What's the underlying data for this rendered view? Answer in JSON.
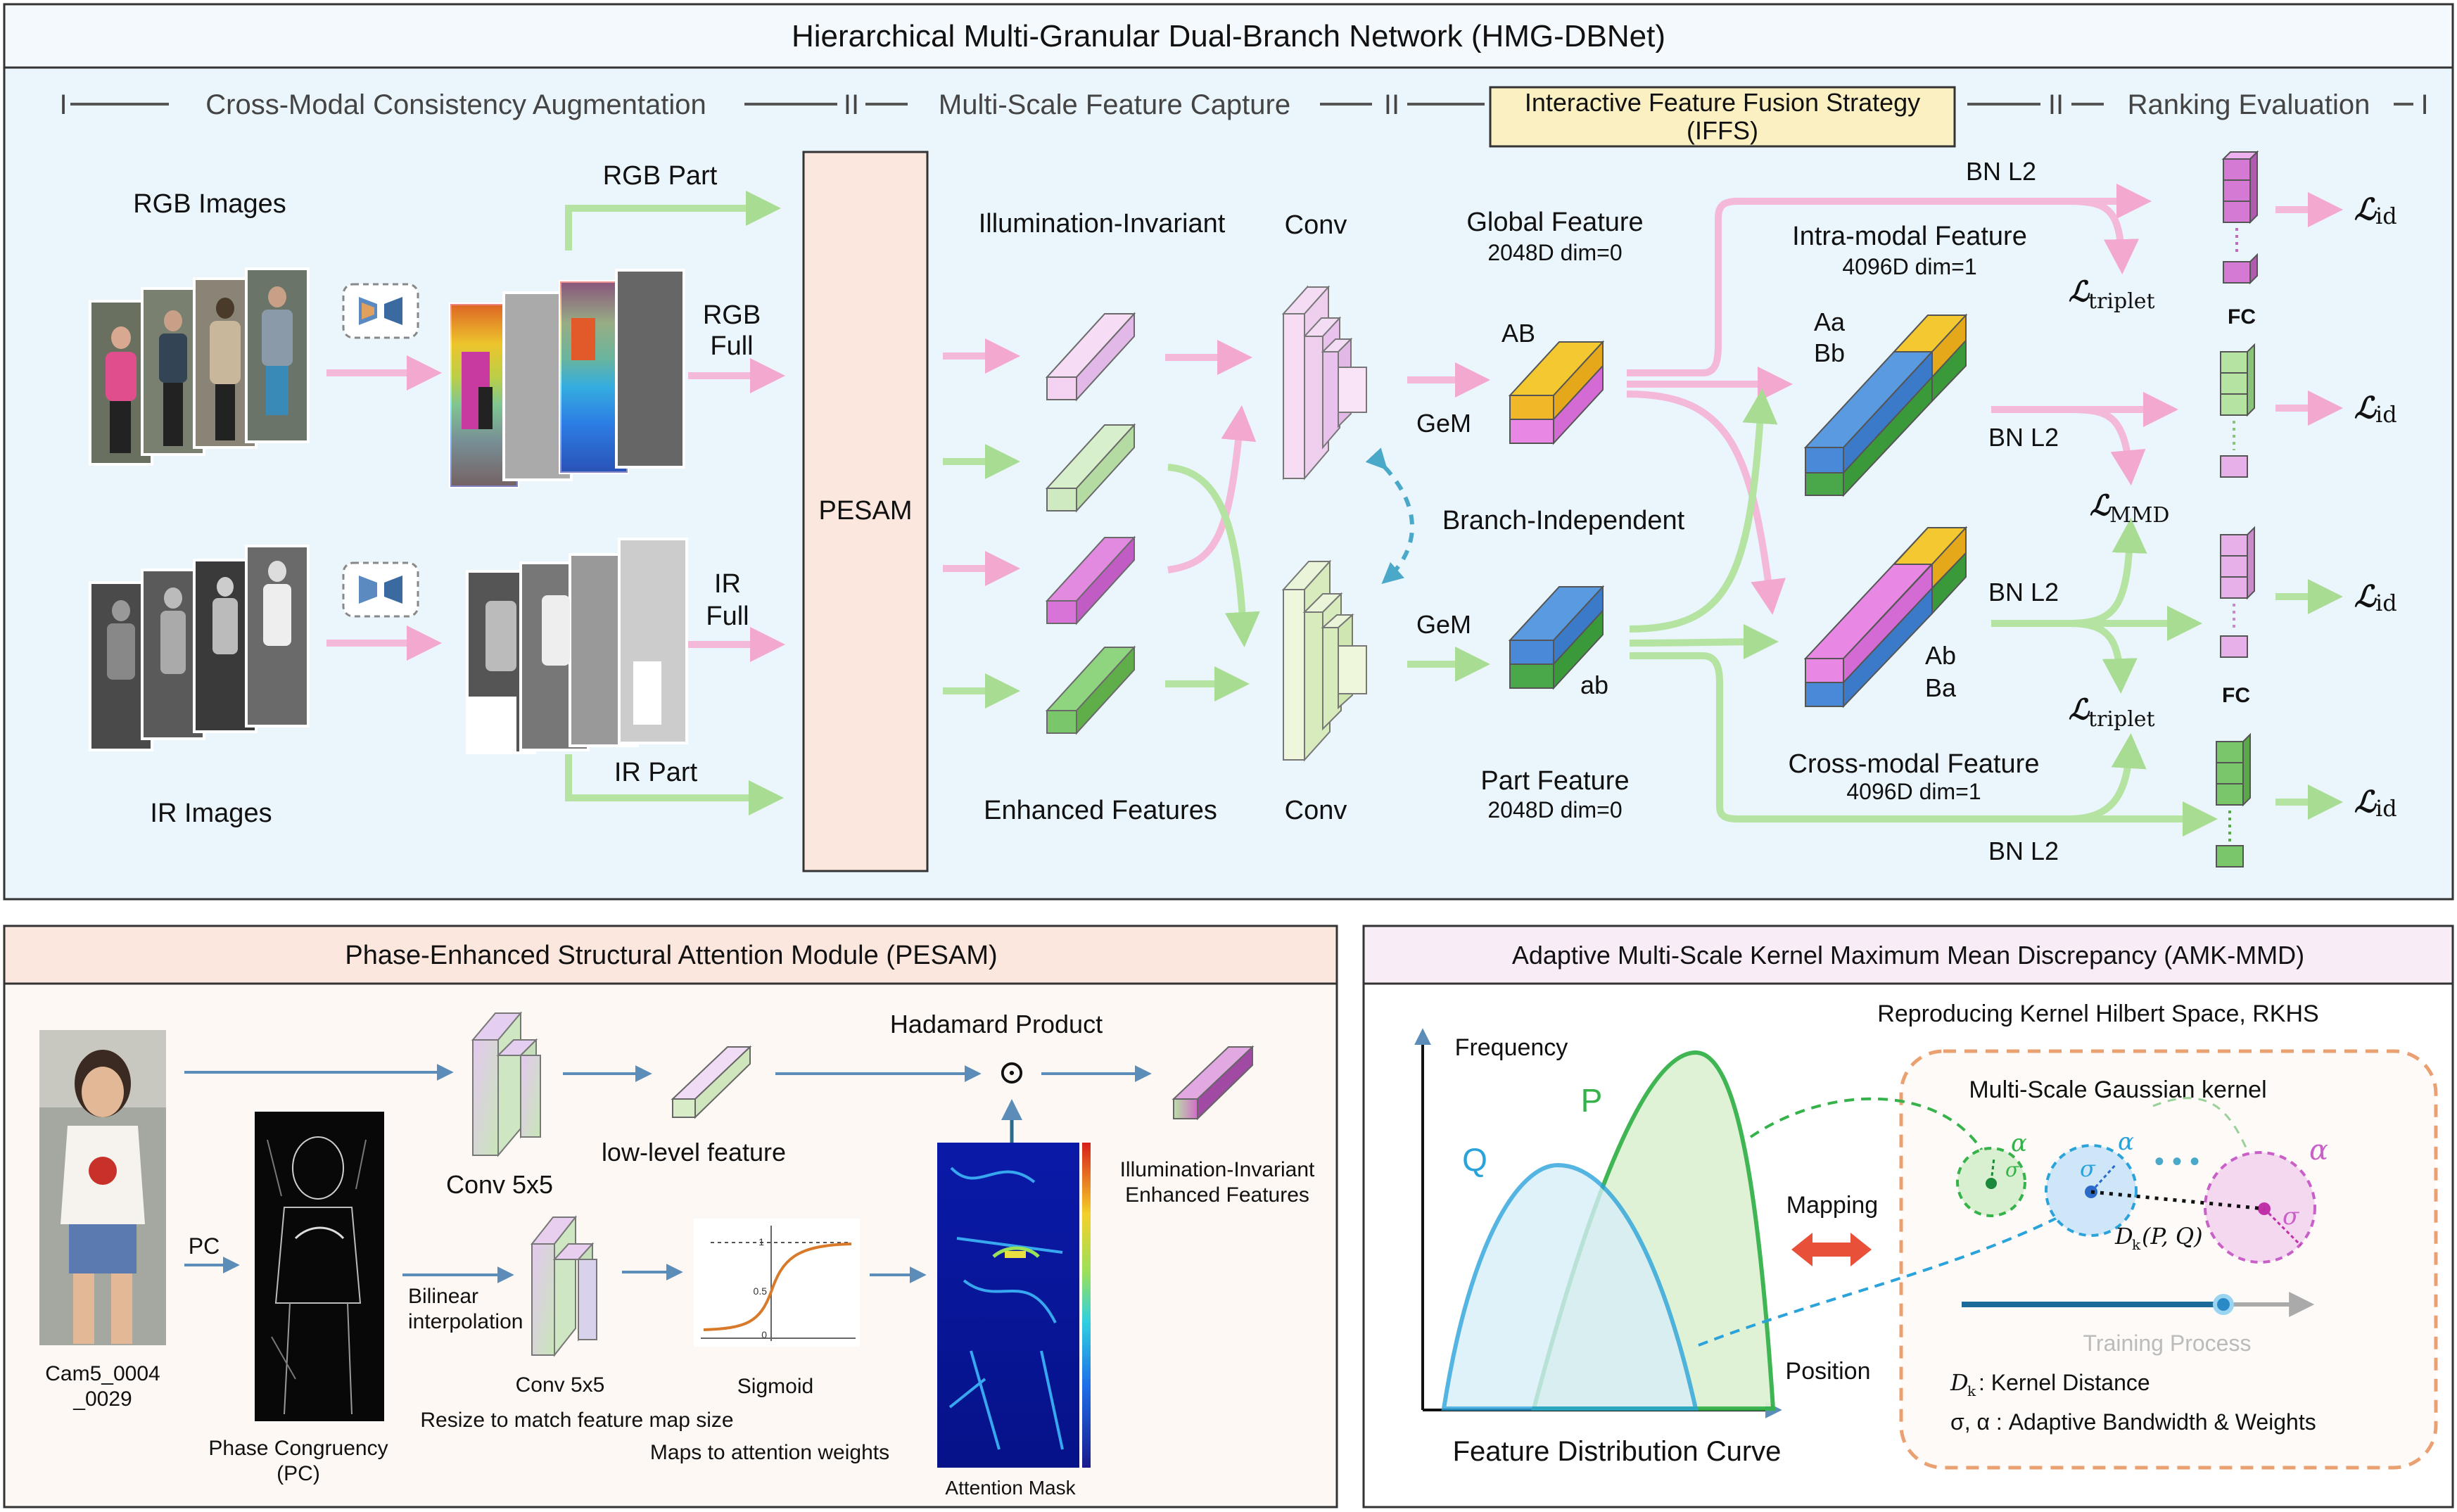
{
  "top": {
    "title": "Hierarchical Multi-Granular Dual-Branch Network (HMG-DBNet)",
    "stages": {
      "s1": "Cross-Modal Consistency Augmentation",
      "s2": "Multi-Scale Feature Capture",
      "s3_line1": "Interactive Feature Fusion Strategy",
      "s3_line2": "(IFFS)",
      "s4": "Ranking Evaluation",
      "mark_i": "I",
      "mark_ii": "II"
    },
    "labels": {
      "rgb_images": "RGB Images",
      "ir_images": "IR Images",
      "rgb_part": "RGB Part",
      "rgb_full_1": "RGB",
      "rgb_full_2": "Full",
      "ir_full_1": "IR",
      "ir_full_2": "Full",
      "ir_part": "IR Part",
      "pesam": "PESAM",
      "illum_invariant": "Illumination-Invariant",
      "enhanced_features": "Enhanced Features",
      "conv_top": "Conv",
      "conv_bottom": "Conv",
      "branch_independent": "Branch-Independent",
      "gem_top": "GeM",
      "gem_bottom": "GeM",
      "global_feature": "Global Feature",
      "global_dim": "2048D dim=0",
      "part_feature": "Part Feature",
      "part_dim": "2048D dim=0",
      "AB": "AB",
      "ab": "ab",
      "intra_feature": "Intra-modal Feature",
      "intra_dim": "4096D dim=1",
      "cross_feature": "Cross-modal Feature",
      "cross_dim": "4096D dim=1",
      "Aa": "Aa",
      "Bb": "Bb",
      "Ab": "Ab",
      "Ba": "Ba",
      "bn1": "BN L2",
      "bn2": "BN L2",
      "bn3": "BN L2",
      "bn4": "BN L2",
      "l_triplet": "ℒ",
      "triplet_sub": "triplet",
      "mmd_sub": "MMD",
      "id_sub": "id",
      "fc1": "FC",
      "fc2": "FC"
    }
  },
  "pesam": {
    "title": "Phase-Enhanced Structural Attention Module (PESAM)",
    "pc": "PC",
    "cam_1": "Cam5_0004",
    "cam_2": "_0029",
    "phase_1": "Phase Congruency",
    "phase_2": "(PC)",
    "conv_a": "Conv 5x5",
    "low_level": "low-level feature",
    "hadamard": "Hadamard Product",
    "odot": "⊙",
    "illum_1": "Illumination-Invariant",
    "illum_2": "Enhanced Features",
    "bilinear_1": "Bilinear",
    "bilinear_2": "interpolation",
    "conv_b": "Conv 5x5",
    "sigmoid": "Sigmoid",
    "resize": "Resize to match feature map size",
    "maps": "Maps to attention weights",
    "attention_mask": "Attention Mask",
    "sig_1": "1",
    "sig_05": "0.5",
    "sig_0": "0"
  },
  "amk": {
    "title": "Adaptive Multi-Scale Kernel Maximum Mean Discrepancy (AMK-MMD)",
    "frequency": "Frequency",
    "position": "Position",
    "curve_caption": "Feature Distribution Curve",
    "q": "Q",
    "p": "P",
    "mapping": "Mapping",
    "rkhs": "Reproducing Kernel Hilbert Space, RKHS",
    "gaussian": "Multi-Scale Gaussian kernel",
    "alpha1": "α",
    "alpha2": "α",
    "alpham": "α",
    "sigma": "σ",
    "dk_pq": "D",
    "dk_args": "(P, Q)",
    "training": "Training Process",
    "legend_dk": ": Kernel Distance",
    "legend_sigma": "σ, α : Adaptive Bandwidth & Weights"
  },
  "colors": {
    "pink": "#f4b8d8",
    "green": "#b5e3a2",
    "blue_accent": "#2aa3db",
    "green_accent": "#36b24a",
    "top_panel": "#eaf5fc",
    "pesam_fill": "#fbe7de"
  }
}
